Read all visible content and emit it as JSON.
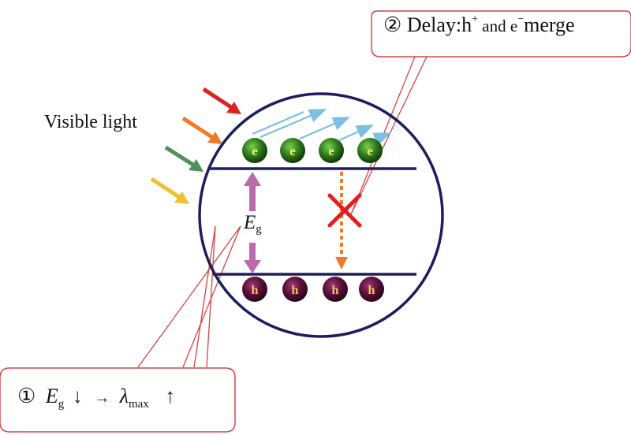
{
  "diagram": {
    "visible_light_label": "Visible light",
    "eg_symbol": "E",
    "eg_subscript": "g",
    "electron_label": "e",
    "hole_label": "h",
    "electron_count": 4,
    "hole_count": 4,
    "callout_delay": {
      "circled_number": "②",
      "text": "Delay:h",
      "h_superscript": "+",
      "middle": " and e",
      "e_superscript": "−",
      "end": "merge"
    },
    "callout_bandgap": {
      "circled_number": "①",
      "eg_symbol": "E",
      "eg_subscript": "g",
      "lambda_symbol": "λ",
      "lambda_subscript": "max",
      "down_arrow": "↓",
      "right_arrow": "→",
      "up_arrow": "↑"
    },
    "colors": {
      "outline": "#1b1f5e",
      "callout_border": "#d64545",
      "light_rays": [
        "#e02020",
        "#f07a28",
        "#4e8f5a",
        "#f0c030"
      ],
      "electron_fill": "#2f7a1f",
      "electron_text": "#f2f25a",
      "hole_fill": "#5a0f3a",
      "hole_text": "#f2c84a",
      "eg_arrow": "#b86cab",
      "recombination_arrow": "#f07a28",
      "cross": "#e02020",
      "excitation_arrows": "#7bc0e0"
    }
  }
}
